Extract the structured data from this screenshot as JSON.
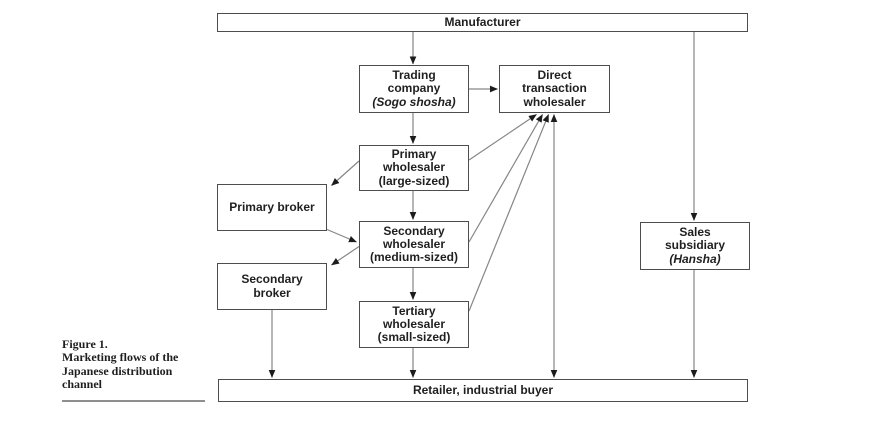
{
  "figure_caption": {
    "title": "Figure 1.",
    "lines": [
      "Marketing flows of the",
      "Japanese distribution",
      "channel"
    ]
  },
  "nodes": {
    "manufacturer": {
      "label": "Manufacturer"
    },
    "trading_company": {
      "lines": [
        "Trading",
        "company",
        "(Sogo shosha)"
      ]
    },
    "direct_transaction_wholesaler": {
      "lines": [
        "Direct",
        "transaction",
        "wholesaler"
      ]
    },
    "primary_wholesaler": {
      "lines": [
        "Primary",
        "wholesaler",
        "(large-sized)"
      ]
    },
    "primary_broker": {
      "label": "Primary broker"
    },
    "secondary_wholesaler": {
      "lines": [
        "Secondary",
        "wholesaler",
        "(medium-sized)"
      ]
    },
    "secondary_broker": {
      "lines": [
        "Secondary",
        "broker"
      ]
    },
    "tertiary_wholesaler": {
      "lines": [
        "Tertiary",
        "wholesaler",
        "(small-sized)"
      ]
    },
    "sales_subsidiary": {
      "lines": [
        "Sales",
        "subsidiary",
        "(Hansha)"
      ]
    },
    "retailer": {
      "label": "Retailer, industrial buyer"
    }
  },
  "edges": [
    {
      "from": "manufacturer",
      "to": "trading_company"
    },
    {
      "from": "manufacturer",
      "to": "sales_subsidiary"
    },
    {
      "from": "trading_company",
      "to": "direct_transaction_wholesaler"
    },
    {
      "from": "trading_company",
      "to": "primary_wholesaler"
    },
    {
      "from": "primary_wholesaler",
      "to": "secondary_wholesaler"
    },
    {
      "from": "secondary_wholesaler",
      "to": "tertiary_wholesaler"
    },
    {
      "from": "primary_wholesaler",
      "to": "primary_broker"
    },
    {
      "from": "primary_broker",
      "to": "secondary_wholesaler"
    },
    {
      "from": "secondary_wholesaler",
      "to": "secondary_broker"
    },
    {
      "from": "primary_wholesaler",
      "to": "direct_transaction_wholesaler"
    },
    {
      "from": "secondary_wholesaler",
      "to": "direct_transaction_wholesaler"
    },
    {
      "from": "tertiary_wholesaler",
      "to": "direct_transaction_wholesaler"
    },
    {
      "from": "direct_transaction_wholesaler",
      "to": "retailer",
      "bidirectional": true
    },
    {
      "from": "secondary_broker",
      "to": "retailer"
    },
    {
      "from": "tertiary_wholesaler",
      "to": "retailer"
    },
    {
      "from": "sales_subsidiary",
      "to": "retailer"
    }
  ],
  "colors": {
    "background": "#ffffff",
    "box_border": "#4d4d4d",
    "connector": "#868686",
    "arrowhead": "#1c1c1c",
    "text": "#1f1f1f"
  }
}
